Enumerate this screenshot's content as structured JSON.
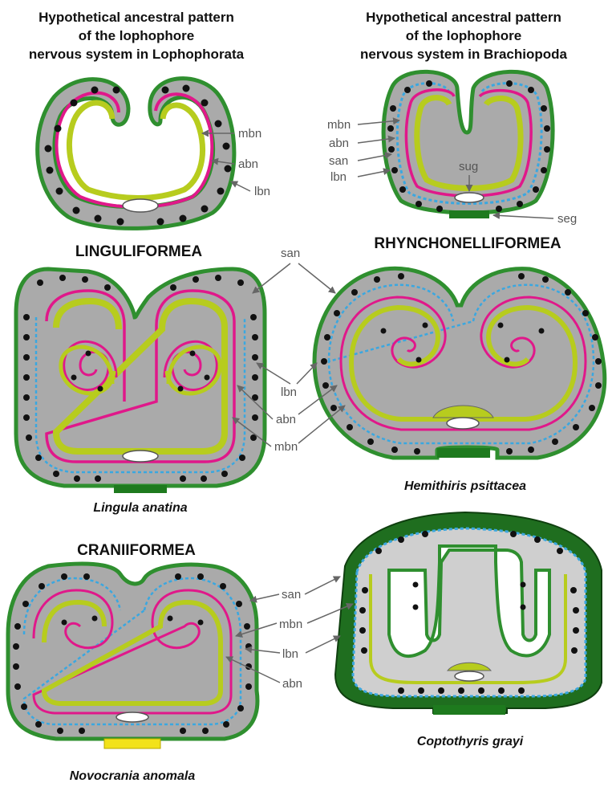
{
  "headings": {
    "lophophorata": [
      "Hypothetical ancestral pattern",
      "of the lophophore",
      "nervous system in Lophophorata"
    ],
    "brachiopoda": [
      "Hypothetical ancestral pattern",
      "of the lophophore",
      "nervous system in Brachiopoda"
    ]
  },
  "taxa": {
    "linguliformea": "LINGULIFORMEA",
    "rhynchonelliformea": "RHYNCHONELLIFORMEA",
    "craniiformea": "CRANIIFORMEA"
  },
  "species": {
    "lingula": "Lingula anatina",
    "hemithiris": "Hemithiris psittacea",
    "coptothyris": "Coptothyris grayi",
    "novocrania": "Novocrania anomala"
  },
  "labels": {
    "mbn": "mbn",
    "abn": "abn",
    "lbn": "lbn",
    "san": "san",
    "sug": "sug",
    "seg": "seg"
  },
  "colors": {
    "epidermis": "#2f8f2f",
    "dark_epidermis": "#1f6e1f",
    "tissue": "#a9a9a9",
    "speckle": "#d8d8d8",
    "main_nerve": "#e0188a",
    "accessory_nerve": "#b7cc1e",
    "lower_nerve": "#3aa7e0",
    "tentacle_dot": "#111111",
    "ganglion_green": "#1e7a1e",
    "ganglion_yellow": "#f2e21a"
  }
}
